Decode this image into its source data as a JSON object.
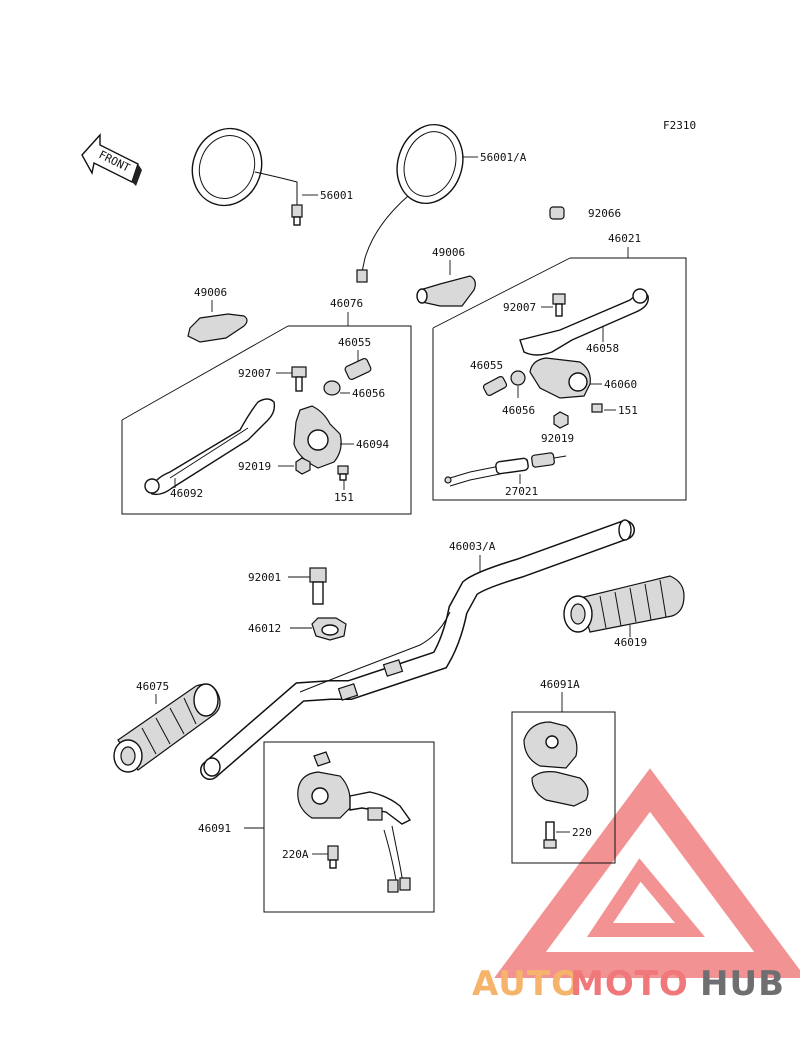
{
  "figure_code": "F2310",
  "front_label": "FRONT",
  "parts": {
    "p56001": "56001",
    "p56001A": "56001/A",
    "p92066": "92066",
    "p46021": "46021",
    "p49006_right": "49006",
    "p49006_left": "49006",
    "p46076": "46076",
    "p46055_left": "46055",
    "p92007_left": "92007",
    "p46056_left": "46056",
    "p46094": "46094",
    "p92019_left": "92019",
    "p46092": "46092",
    "p151_left": "151",
    "p92007_right": "92007",
    "p46058": "46058",
    "p46055_right": "46055",
    "p46060": "46060",
    "p46056_right": "46056",
    "p151_right": "151",
    "p92019_right": "92019",
    "p27021": "27021",
    "p46003A": "46003/A",
    "p92001": "92001",
    "p46012": "46012",
    "p46019": "46019",
    "p46075": "46075",
    "p46091A": "46091A",
    "p220": "220",
    "p46091": "46091",
    "p220A": "220A"
  },
  "watermark": {
    "part1": "AUTO",
    "part2": "MOTO",
    "part3": "HUB",
    "colors": {
      "auto": "#f5b36b",
      "moto": "#f0787a",
      "hub": "#6f6f72",
      "triangle": "#f08080"
    }
  }
}
